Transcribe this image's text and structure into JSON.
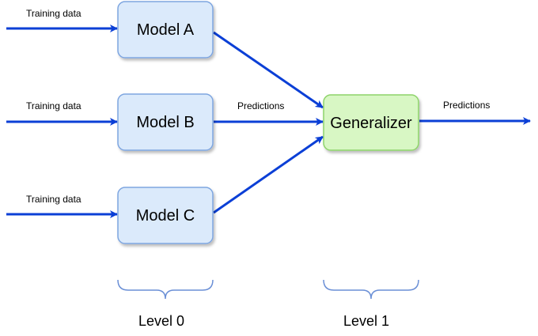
{
  "colors": {
    "arrow": "#0b3fd6",
    "model_fill": "#dbeafb",
    "model_stroke": "#7ea6e0",
    "generalizer_fill": "#d8f7c4",
    "generalizer_stroke": "#8ed36a",
    "brace": "#6a8fd6"
  },
  "inputs": [
    {
      "label": "Training data"
    },
    {
      "label": "Training data"
    },
    {
      "label": "Training data"
    }
  ],
  "models": [
    {
      "label": "Model A"
    },
    {
      "label": "Model B"
    },
    {
      "label": "Model C"
    }
  ],
  "generalizer": {
    "label": "Generalizer"
  },
  "edges": {
    "predictions_in": "Predictions",
    "predictions_out": "Predictions"
  },
  "levels": [
    {
      "label": "Level 0"
    },
    {
      "label": "Level 1"
    }
  ]
}
